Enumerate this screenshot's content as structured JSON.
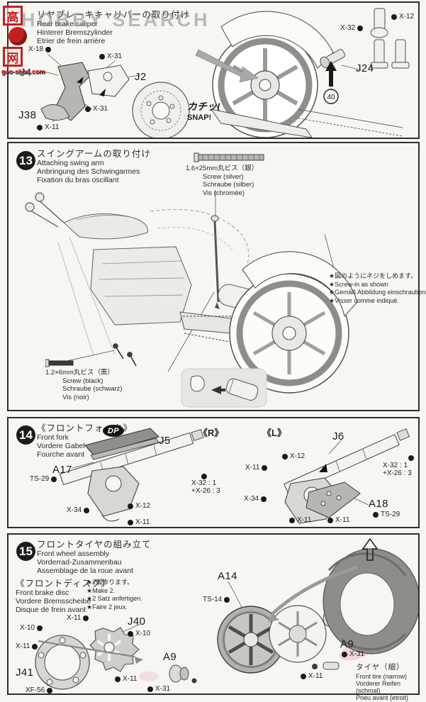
{
  "watermark": {
    "hobby_search": "HOBBY SEARCH",
    "logo_top_char": "高",
    "logo_bottom_char": "网",
    "site": "gao-shou.com"
  },
  "step12": {
    "title_ja": "リヤブレーキキャリパーの取り付け",
    "title_en": "Rear brake caliper",
    "title_de": "Hinterer Bremszylinder",
    "title_fr": "Etrier de frein arrière",
    "snap_ja": "カチッ!",
    "snap_en": "SNAP!",
    "arrow_badge": "40",
    "parts": {
      "j4": "J4",
      "j2": "J2",
      "j38": "J38",
      "j24": "J24"
    },
    "paints": {
      "x18": "X-18",
      "x31a": "X-31",
      "x31b": "X-31",
      "x11": "X-11",
      "x12": "X-12",
      "x32": "X-32"
    }
  },
  "step13": {
    "number": "13",
    "title_ja": "スイングアームの取り付け",
    "title_en": "Attaching swing arm",
    "title_de": "Anbringung des Schwingarmes",
    "title_fr": "Fixation du bras oscillant",
    "screw_silver": {
      "size": "1.6×25mm丸ビス（銀）",
      "en": "Screw (silver)",
      "de": "Schraube (silber)",
      "fr": "Vis (chromée)"
    },
    "screw_black": {
      "size": "1.2×6mm丸ビス（黒）",
      "en": "Screw (black)",
      "de": "Schraube (schwarz)",
      "fr": "Vis (noir)"
    },
    "notes": {
      "ja": "★図のようにネジをしめます。",
      "en": "★Screw-in as shown",
      "de": "★Gemäß Abbildung einschrauben.",
      "fr": "★Visser comme indiqué."
    }
  },
  "step14": {
    "number": "14",
    "title_ja": "《フロントフォーク》",
    "title_en": "Front fork",
    "title_de": "Vordere Gabel",
    "title_fr": "Fourche avant",
    "dp_badge": "DP",
    "r_label": "《R》",
    "l_label": "《L》",
    "parts": {
      "j5": "J5",
      "j6": "J6",
      "a17": "A17",
      "a18": "A18"
    },
    "paints": {
      "ts29_l": "TS-29",
      "x34_l": "X-34",
      "x11_l": "X-11",
      "x12_l": "X-12",
      "x32mix_l1": "X-32 : 1",
      "x32mix_l2": "+X-26 : 3",
      "x11_t": "X-11",
      "x12_r": "X-12",
      "x34_r": "X-34",
      "x11_r1": "X-11",
      "x11_r2": "X-11",
      "ts29_r": "TS-29",
      "x32mix_r1": "X-32 : 1",
      "x32mix_r2": "+X-26 : 3"
    }
  },
  "step15": {
    "number": "15",
    "title_ja": "フロントタイヤの組み立て",
    "title_en": "Front wheel assembly",
    "title_de": "Vorderrad-Zusammenbau",
    "title_fr": "Assemblage de la roue avant",
    "disc": {
      "ja": "《フロントディスク》",
      "en": "Front brake disc",
      "de": "Vordere Bremsscheibe",
      "fr": "Disque de frein avant"
    },
    "make2": {
      "ja": "★2個作ります。",
      "en": "★Make 2.",
      "de": "★2 Satz anfertigen.",
      "fr": "★Faire 2 jeux."
    },
    "tire": {
      "ja": "タイヤ（細）",
      "en": "Front tire (narrow)",
      "de": "Vorderer Reifen (schmal)",
      "fr": "Pneu avant (etroit)"
    },
    "parts": {
      "a14": "A14",
      "j40": "J40",
      "j41": "J41",
      "a9_l": "A9",
      "a9_r": "A9"
    },
    "paints": {
      "ts14": "TS-14",
      "x11_a": "X-11",
      "x10_a": "X-10",
      "x10_b": "X-10",
      "x11_b": "X-11",
      "xf56": "XF-56",
      "x11_c": "X-11",
      "x31_l": "X-31",
      "x31_r": "X-31",
      "x11_d": "X-11"
    }
  }
}
